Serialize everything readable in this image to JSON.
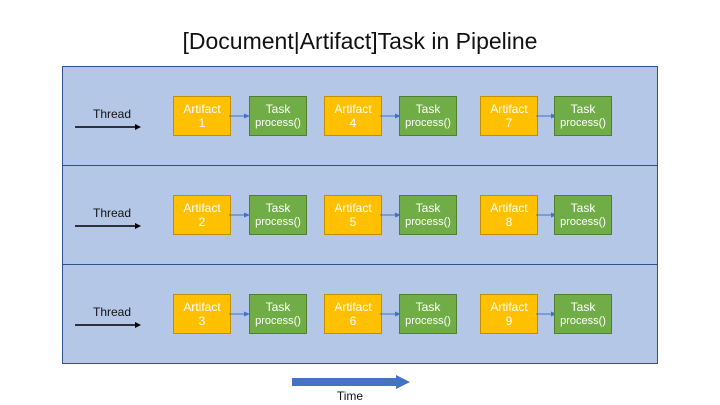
{
  "title": "[Document|Artifact]Task in Pipeline",
  "time_label": "Time",
  "colors": {
    "lane_fill": "#b4c7e7",
    "lane_border": "#2f528f",
    "artifact_fill": "#ffc000",
    "task_fill": "#70ad47",
    "time_arrow": "#4472c4"
  },
  "lanes": [
    {
      "thread_label": "Thread",
      "pairs": [
        {
          "artifact_label": "Artifact",
          "artifact_num": "1",
          "task_label": "Task",
          "task_sub": "process()"
        },
        {
          "artifact_label": "Artifact",
          "artifact_num": "4",
          "task_label": "Task",
          "task_sub": "process()"
        },
        {
          "artifact_label": "Artifact",
          "artifact_num": "7",
          "task_label": "Task",
          "task_sub": "process()"
        }
      ]
    },
    {
      "thread_label": "Thread",
      "pairs": [
        {
          "artifact_label": "Artifact",
          "artifact_num": "2",
          "task_label": "Task",
          "task_sub": "process()"
        },
        {
          "artifact_label": "Artifact",
          "artifact_num": "5",
          "task_label": "Task",
          "task_sub": "process()"
        },
        {
          "artifact_label": "Artifact",
          "artifact_num": "8",
          "task_label": "Task",
          "task_sub": "process()"
        }
      ]
    },
    {
      "thread_label": "Thread",
      "pairs": [
        {
          "artifact_label": "Artifact",
          "artifact_num": "3",
          "task_label": "Task",
          "task_sub": "process()"
        },
        {
          "artifact_label": "Artifact",
          "artifact_num": "6",
          "task_label": "Task",
          "task_sub": "process()"
        },
        {
          "artifact_label": "Artifact",
          "artifact_num": "9",
          "task_label": "Task",
          "task_sub": "process()"
        }
      ]
    }
  ]
}
